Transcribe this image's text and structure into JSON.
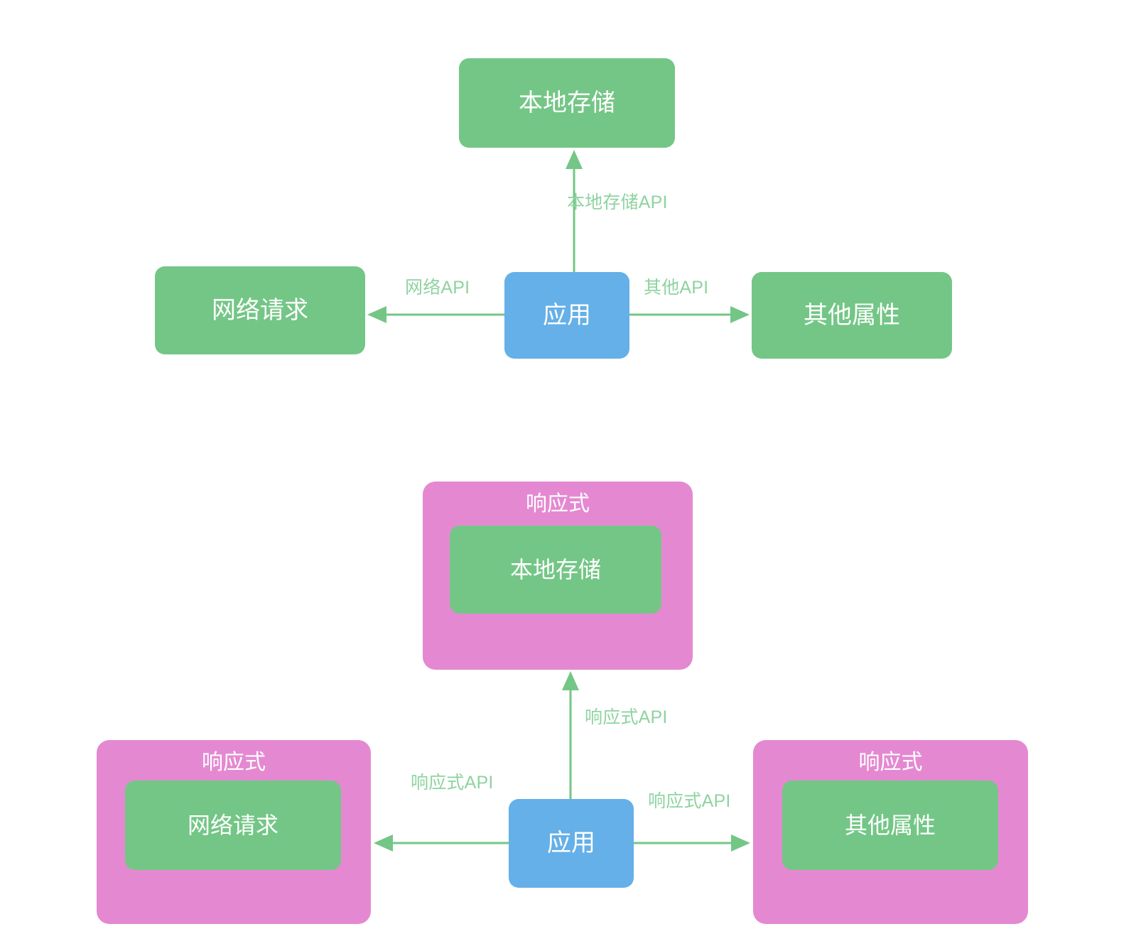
{
  "diagram": {
    "title_visible": false,
    "colors": {
      "green": "#74c686",
      "blue": "#65b0e8",
      "pink": "#e489d1",
      "edge_stroke": "#74c686",
      "edge_label_text": "#8fd3a0",
      "node_text": "#ffffff",
      "background": "#ffffff"
    },
    "upper": {
      "nodes": {
        "storage": "本地存储",
        "network": "网络请求",
        "app": "应用",
        "other": "其他属性"
      },
      "edges": [
        {
          "from": "app",
          "to": "storage",
          "label": "本地存储API",
          "direction": "up"
        },
        {
          "from": "app",
          "to": "network",
          "label": "网络API",
          "direction": "left"
        },
        {
          "from": "app",
          "to": "other",
          "label": "其他API",
          "direction": "right"
        }
      ]
    },
    "lower": {
      "wrapper_label": "响应式",
      "nodes": {
        "storage": "本地存储",
        "network": "网络请求",
        "app": "应用",
        "other": "其他属性"
      },
      "edges": [
        {
          "from": "app",
          "to": "storage",
          "label": "响应式API",
          "direction": "up"
        },
        {
          "from": "app",
          "to": "network",
          "label": "响应式API",
          "direction": "left"
        },
        {
          "from": "app",
          "to": "other",
          "label": "响应式API",
          "direction": "right"
        }
      ]
    }
  }
}
